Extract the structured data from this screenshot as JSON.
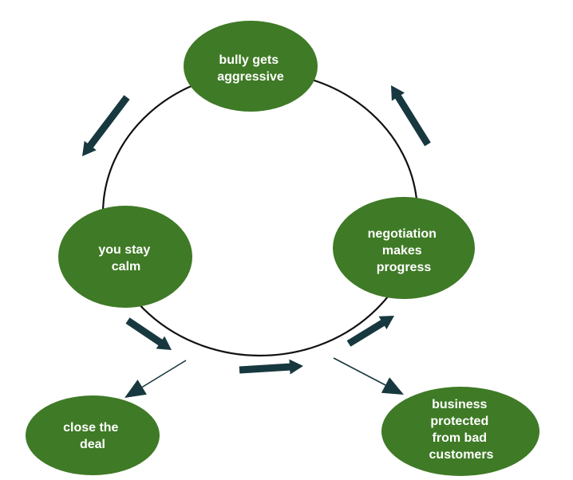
{
  "nodes": {
    "bully_aggressive": {
      "lines": [
        "bully gets",
        "aggressive"
      ]
    },
    "stay_calm": {
      "lines": [
        "you stay",
        "calm"
      ]
    },
    "negotiation_progress": {
      "lines": [
        "negotiation",
        "makes",
        "progress"
      ]
    },
    "close_deal": {
      "lines": [
        "close the",
        "deal"
      ]
    },
    "business_protected": {
      "lines": [
        "business",
        "protected",
        "from bad",
        "customers"
      ]
    }
  },
  "colors": {
    "node_fill": "#3f7a26",
    "node_text": "#ffffff",
    "arrow": "#18383f",
    "ring": "#111111"
  }
}
